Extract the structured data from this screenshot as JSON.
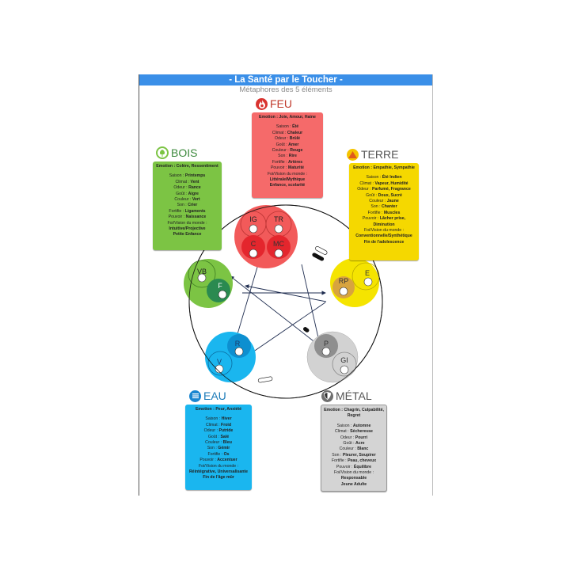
{
  "header": {
    "title": "- La Santé par le Toucher -",
    "subtitle": "Métaphores des 5 éléments"
  },
  "elements": {
    "feu": {
      "name": "FEU",
      "icon": "flame-icon",
      "color": "#f25a5a",
      "emotion_label": "Emotion :",
      "emotion": "Joie, Amour, Haine",
      "rows": [
        {
          "k": "Saison :",
          "v": "Été"
        },
        {
          "k": "Climat :",
          "v": "Chaleur"
        },
        {
          "k": "Odeur :",
          "v": "Brûlé"
        },
        {
          "k": "Goût :",
          "v": "Amer"
        },
        {
          "k": "Couleur :",
          "v": "Rouge"
        },
        {
          "k": "Son :",
          "v": "Rire"
        },
        {
          "k": "Fortifie :",
          "v": "Artères"
        },
        {
          "k": "Pouvoir :",
          "v": "Maturité"
        },
        {
          "k": "Foi/Vision du monde :",
          "v": ""
        },
        {
          "k": "",
          "v": "Littérale/Mythique"
        },
        {
          "k": "",
          "v": "Enfance, scolarité"
        }
      ],
      "meridians": [
        "IG",
        "TR",
        "C",
        "MC"
      ]
    },
    "bois": {
      "name": "BOIS",
      "icon": "tree-icon",
      "color": "#7cc444",
      "emotion_label": "Emotion :",
      "emotion": "Colère, Ressentiment",
      "rows": [
        {
          "k": "Saison :",
          "v": "Printemps"
        },
        {
          "k": "Climat :",
          "v": "Vent"
        },
        {
          "k": "Odeur :",
          "v": "Rance"
        },
        {
          "k": "Goût :",
          "v": "Aigre"
        },
        {
          "k": "Couleur :",
          "v": "Vert"
        },
        {
          "k": "Son :",
          "v": "Crier"
        },
        {
          "k": "Fortifie :",
          "v": "Ligaments"
        },
        {
          "k": "Pouvoir :",
          "v": "Naissance"
        },
        {
          "k": "Foi/Vision du monde :",
          "v": ""
        },
        {
          "k": "",
          "v": "Intuitive/Projective"
        },
        {
          "k": "",
          "v": "Petite Enfance"
        }
      ],
      "meridians": [
        "VB",
        "F"
      ]
    },
    "terre": {
      "name": "TERRE",
      "icon": "mountain-icon",
      "color": "#f5d800",
      "emotion_label": "Emotion :",
      "emotion": "Empathie, Sympathie",
      "rows": [
        {
          "k": "Saison :",
          "v": "Été Indien"
        },
        {
          "k": "Climat :",
          "v": "Vapeur, Humidité"
        },
        {
          "k": "Odeur :",
          "v": "Parfumé, Fragrance"
        },
        {
          "k": "Goût :",
          "v": "Doux, Sucré"
        },
        {
          "k": "Couleur :",
          "v": "Jaune"
        },
        {
          "k": "Son :",
          "v": "Chanter"
        },
        {
          "k": "Fortifie :",
          "v": "Muscles"
        },
        {
          "k": "Pouvoir :",
          "v": "Lâcher prise,"
        },
        {
          "k": "",
          "v": "Diminution"
        },
        {
          "k": "Foi/Vision du monde :",
          "v": ""
        },
        {
          "k": "",
          "v": "Conventionnelle/Synthétique"
        },
        {
          "k": "",
          "v": "Fin de l'adolescence"
        }
      ],
      "meridians": [
        "RP",
        "E"
      ]
    },
    "eau": {
      "name": "EAU",
      "icon": "water-waves-icon",
      "color": "#1ab6ef",
      "emotion_label": "Emotion :",
      "emotion": "Peur, Anxiété",
      "rows": [
        {
          "k": "Saison :",
          "v": "Hiver"
        },
        {
          "k": "Climat :",
          "v": "Froid"
        },
        {
          "k": "Odeur :",
          "v": "Putride"
        },
        {
          "k": "Goût :",
          "v": "Salé"
        },
        {
          "k": "Couleur :",
          "v": "Bleu"
        },
        {
          "k": "Son :",
          "v": "Gémir"
        },
        {
          "k": "Fortifie :",
          "v": "Os"
        },
        {
          "k": "Pouvoir :",
          "v": "Accentuer"
        },
        {
          "k": "Foi/Vision du monde :",
          "v": ""
        },
        {
          "k": "",
          "v": "Réintégrative, Universalisante"
        },
        {
          "k": "",
          "v": "Fin de l'âge mûr"
        }
      ],
      "meridians": [
        "R",
        "V"
      ]
    },
    "metal": {
      "name": "MÉTAL",
      "icon": "shield-icon",
      "color": "#cfcfcf",
      "emotion_label": "Emotion :",
      "emotion": "Chagrin, Culpabilité,",
      "emotion2": "Regret",
      "rows": [
        {
          "k": "Saison :",
          "v": "Automne"
        },
        {
          "k": "Climat :",
          "v": "Sécheresse"
        },
        {
          "k": "Odeur :",
          "v": "Pourri"
        },
        {
          "k": "Goût :",
          "v": "Acre"
        },
        {
          "k": "Couleur :",
          "v": "Blanc"
        },
        {
          "k": "Son :",
          "v": "Pleurer, Soupirer"
        },
        {
          "k": "Fortifie :",
          "v": "Peau, cheveux"
        },
        {
          "k": "Pouvoir :",
          "v": "Équilibre"
        },
        {
          "k": "Foi/Vision du monde :",
          "v": ""
        },
        {
          "k": "",
          "v": "Responsable"
        },
        {
          "k": "",
          "v": "Jeune Adulte"
        }
      ],
      "meridians": [
        "P",
        "GI"
      ]
    }
  }
}
